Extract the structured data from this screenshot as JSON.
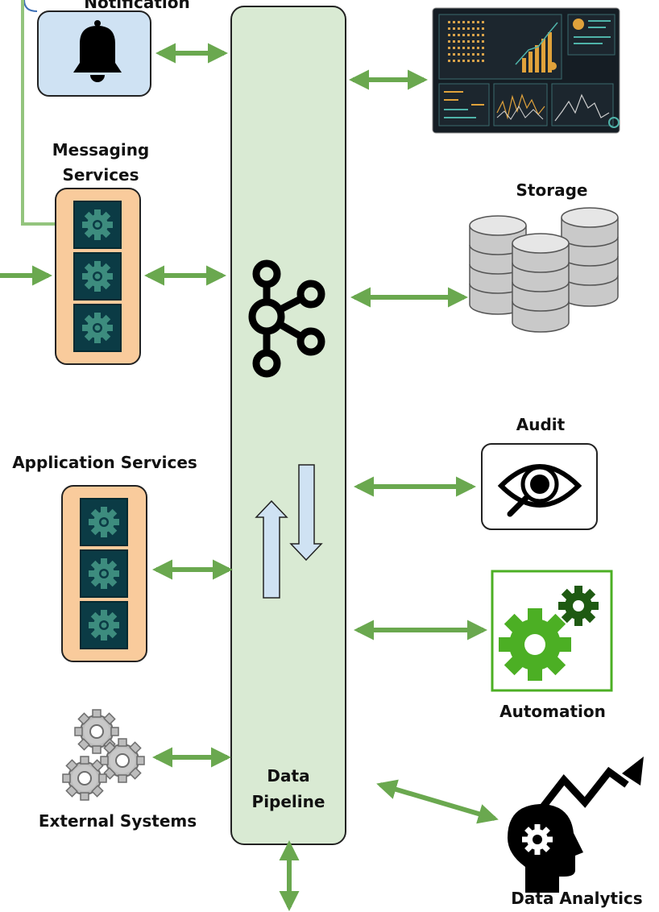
{
  "labels": {
    "notification": "Notification",
    "messaging": "Messaging\nServices",
    "storage": "Storage",
    "audit": "Audit",
    "application": "Application Services",
    "automation": "Automation",
    "external": "External Systems",
    "pipeline": "Data\nPipeline",
    "analytics": "Data Analytics"
  },
  "colors": {
    "arrow": "#6aa84f",
    "pipeline_fill": "#d9ead3",
    "service_fill": "#f9cb9c",
    "notification_fill": "#cfe2f3",
    "gear_tile": "#0b3b45",
    "gear_tile_icon": "#3d8c7e",
    "automation_green": "#4caf24",
    "automation_dark": "#1f5a12",
    "flow_arrow_fill": "#cfe2f3"
  },
  "icons": {
    "notification": "bell-icon",
    "pipeline": "kafka-icon",
    "dashboard": "dashboard-screen-icon",
    "storage": "database-cylinders-icon",
    "audit": "eye-magnifier-icon",
    "automation": "gears-icon",
    "external": "silver-gears-icon",
    "analytics": "head-gear-trend-icon",
    "service": "gear-tile-icon"
  }
}
